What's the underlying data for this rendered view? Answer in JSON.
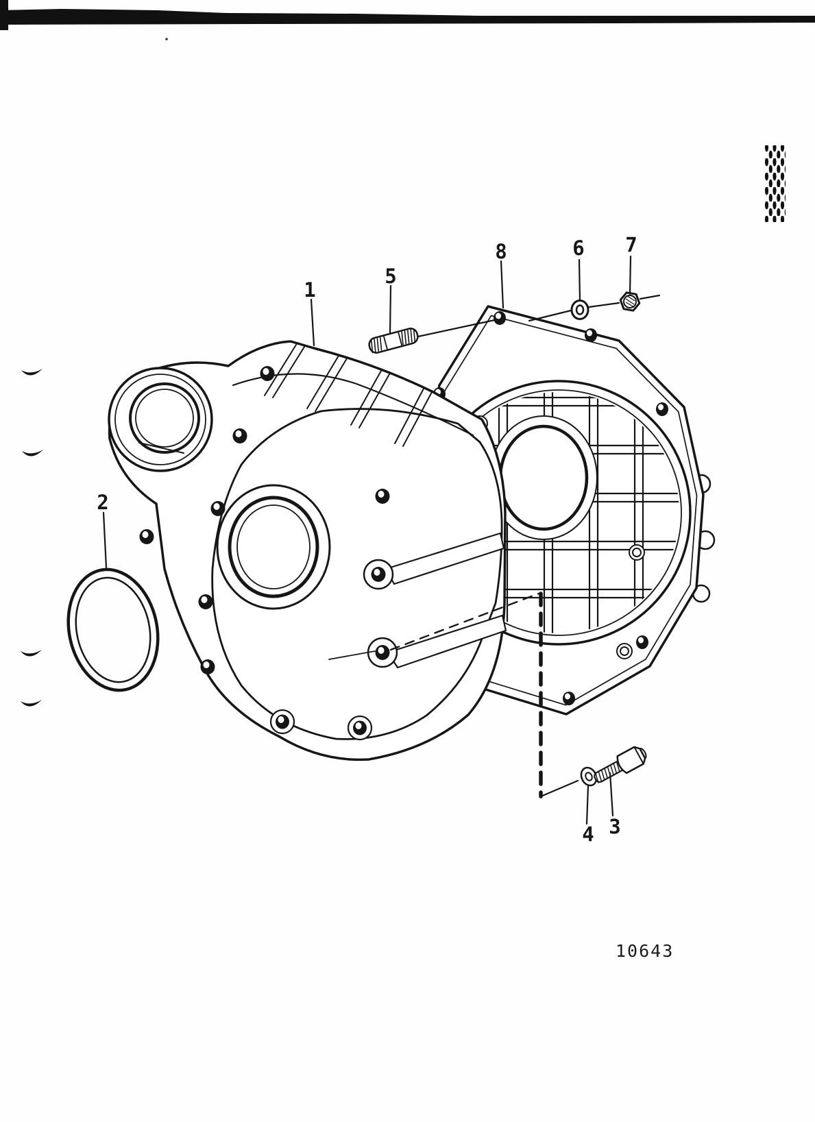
{
  "page": {
    "figure_number": "10643",
    "ink_color": "#161616",
    "paper_color": "#fefefe"
  },
  "callouts": [
    {
      "number": "1"
    },
    {
      "number": "2"
    },
    {
      "number": "3"
    },
    {
      "number": "4"
    },
    {
      "number": "5"
    },
    {
      "number": "6"
    },
    {
      "number": "7"
    },
    {
      "number": "8"
    }
  ]
}
